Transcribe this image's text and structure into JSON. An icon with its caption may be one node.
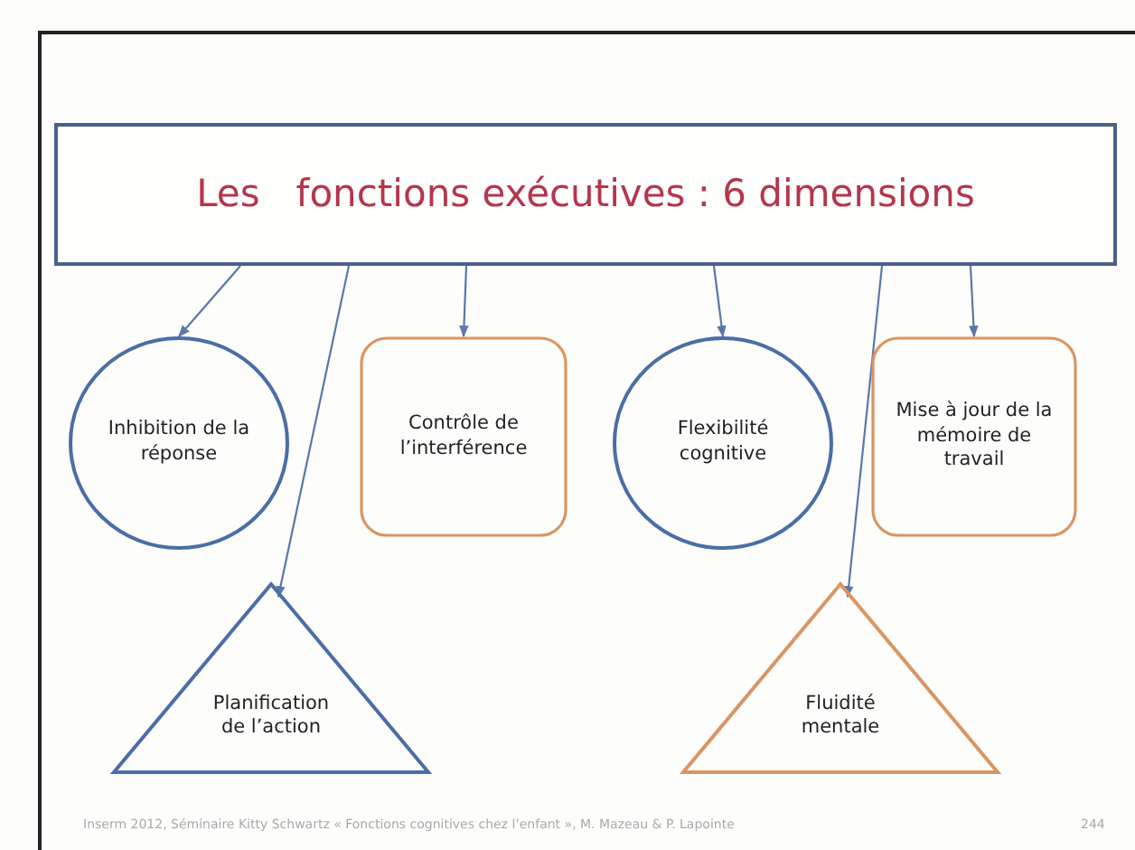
{
  "diagram": {
    "nodes": [
      {
        "text": [
          "Les   fonctions exécutives : 6 dimensions"
        ]
      },
      {
        "text": [
          "Inhibition de la réponse"
        ]
      },
      {
        "text": [
          "Contrôle de l’interférence"
        ]
      },
      {
        "text": [
          "Flexibilité cognitive"
        ]
      },
      {
        "text": [
          "Mise à jour de la mémoire de travail"
        ]
      },
      {
        "text": [
          "Planification de l’action"
        ]
      },
      {
        "text": [
          "Fluidité mentale"
        ]
      }
    ],
    "edges": [
      {
        "from": 0,
        "to": 1,
        "arrow": "to"
      },
      {
        "from": 0,
        "to": 5,
        "arrow": "to"
      },
      {
        "from": 0,
        "to": 2,
        "arrow": "to"
      },
      {
        "from": 0,
        "to": 3,
        "arrow": "to"
      },
      {
        "from": 0,
        "to": 6,
        "arrow": "to"
      },
      {
        "from": 0,
        "to": 4,
        "arrow": "to"
      }
    ],
    "labels": [
      "Inserm 2012, Séminaire Kitty Schwartz « Fonctions cognitives chez l’enfant », M. Mazeau & P. Lapointe",
      "244"
    ]
  }
}
